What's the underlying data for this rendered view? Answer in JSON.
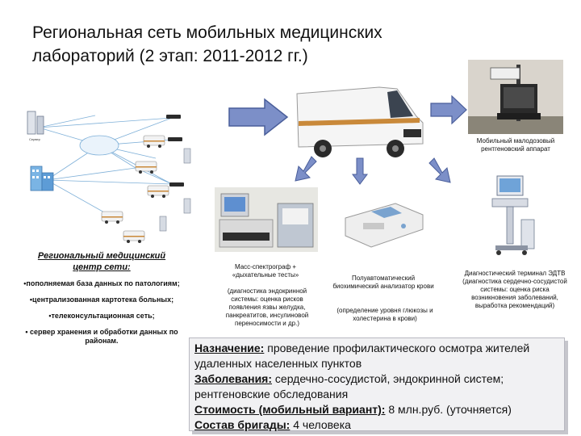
{
  "title": "Региональная сеть мобильных медицинских лабораторий (2 этап: 2011-2012 гг.)",
  "captions": {
    "xray": "Мобильный малодозовый рентгеновский аппарат",
    "mass_spec": "Масс-спектрограф + «дыхательные тесты»",
    "mass_spec_note": "(диагностика эндокринной системы: оценка рисков появления язвы желудка, панкреатитов, инсулиновой переносимости и др.)",
    "analyzer": "Полуавтоматический биохимический анализатор крови",
    "analyzer_note": "(определение уровня глюкозы и холестерина в крови)",
    "ecg": "Диагностический терминал ЭДТВ (диагностика сердечно-сосудистой системы: оценка риска возникновения заболеваний, выработка рекомендаций)"
  },
  "left": {
    "heading": "Региональный медицинский центр сети:",
    "items": [
      "•пополняемая база данных по патологиям;",
      "•централизованная картотека больных;",
      "•телеконсультационная сеть;",
      "• сервер хранения и обработки данных по районам."
    ]
  },
  "info": {
    "purpose_label": "Назначение:",
    "purpose_text": " проведение профилактического осмотра жителей удаленных населенных пунктов",
    "diseases_label": "Заболевания:",
    "diseases_text": " сердечно-сосудистой, эндокринной систем; рентгеновские обследования",
    "cost_label": "Стоимость (мобильный вариант):",
    "cost_text": " 8 млн.руб. (уточняется)",
    "team_label": "Состав бригады:",
    "team_text": " 4 человека"
  },
  "colors": {
    "arrow_fill": "#7c8fc8",
    "arrow_stroke": "#4a5e9a",
    "info_bg": "#f1f1f3",
    "van_body": "#f4f4f4",
    "van_stripe": "#c9893a"
  }
}
